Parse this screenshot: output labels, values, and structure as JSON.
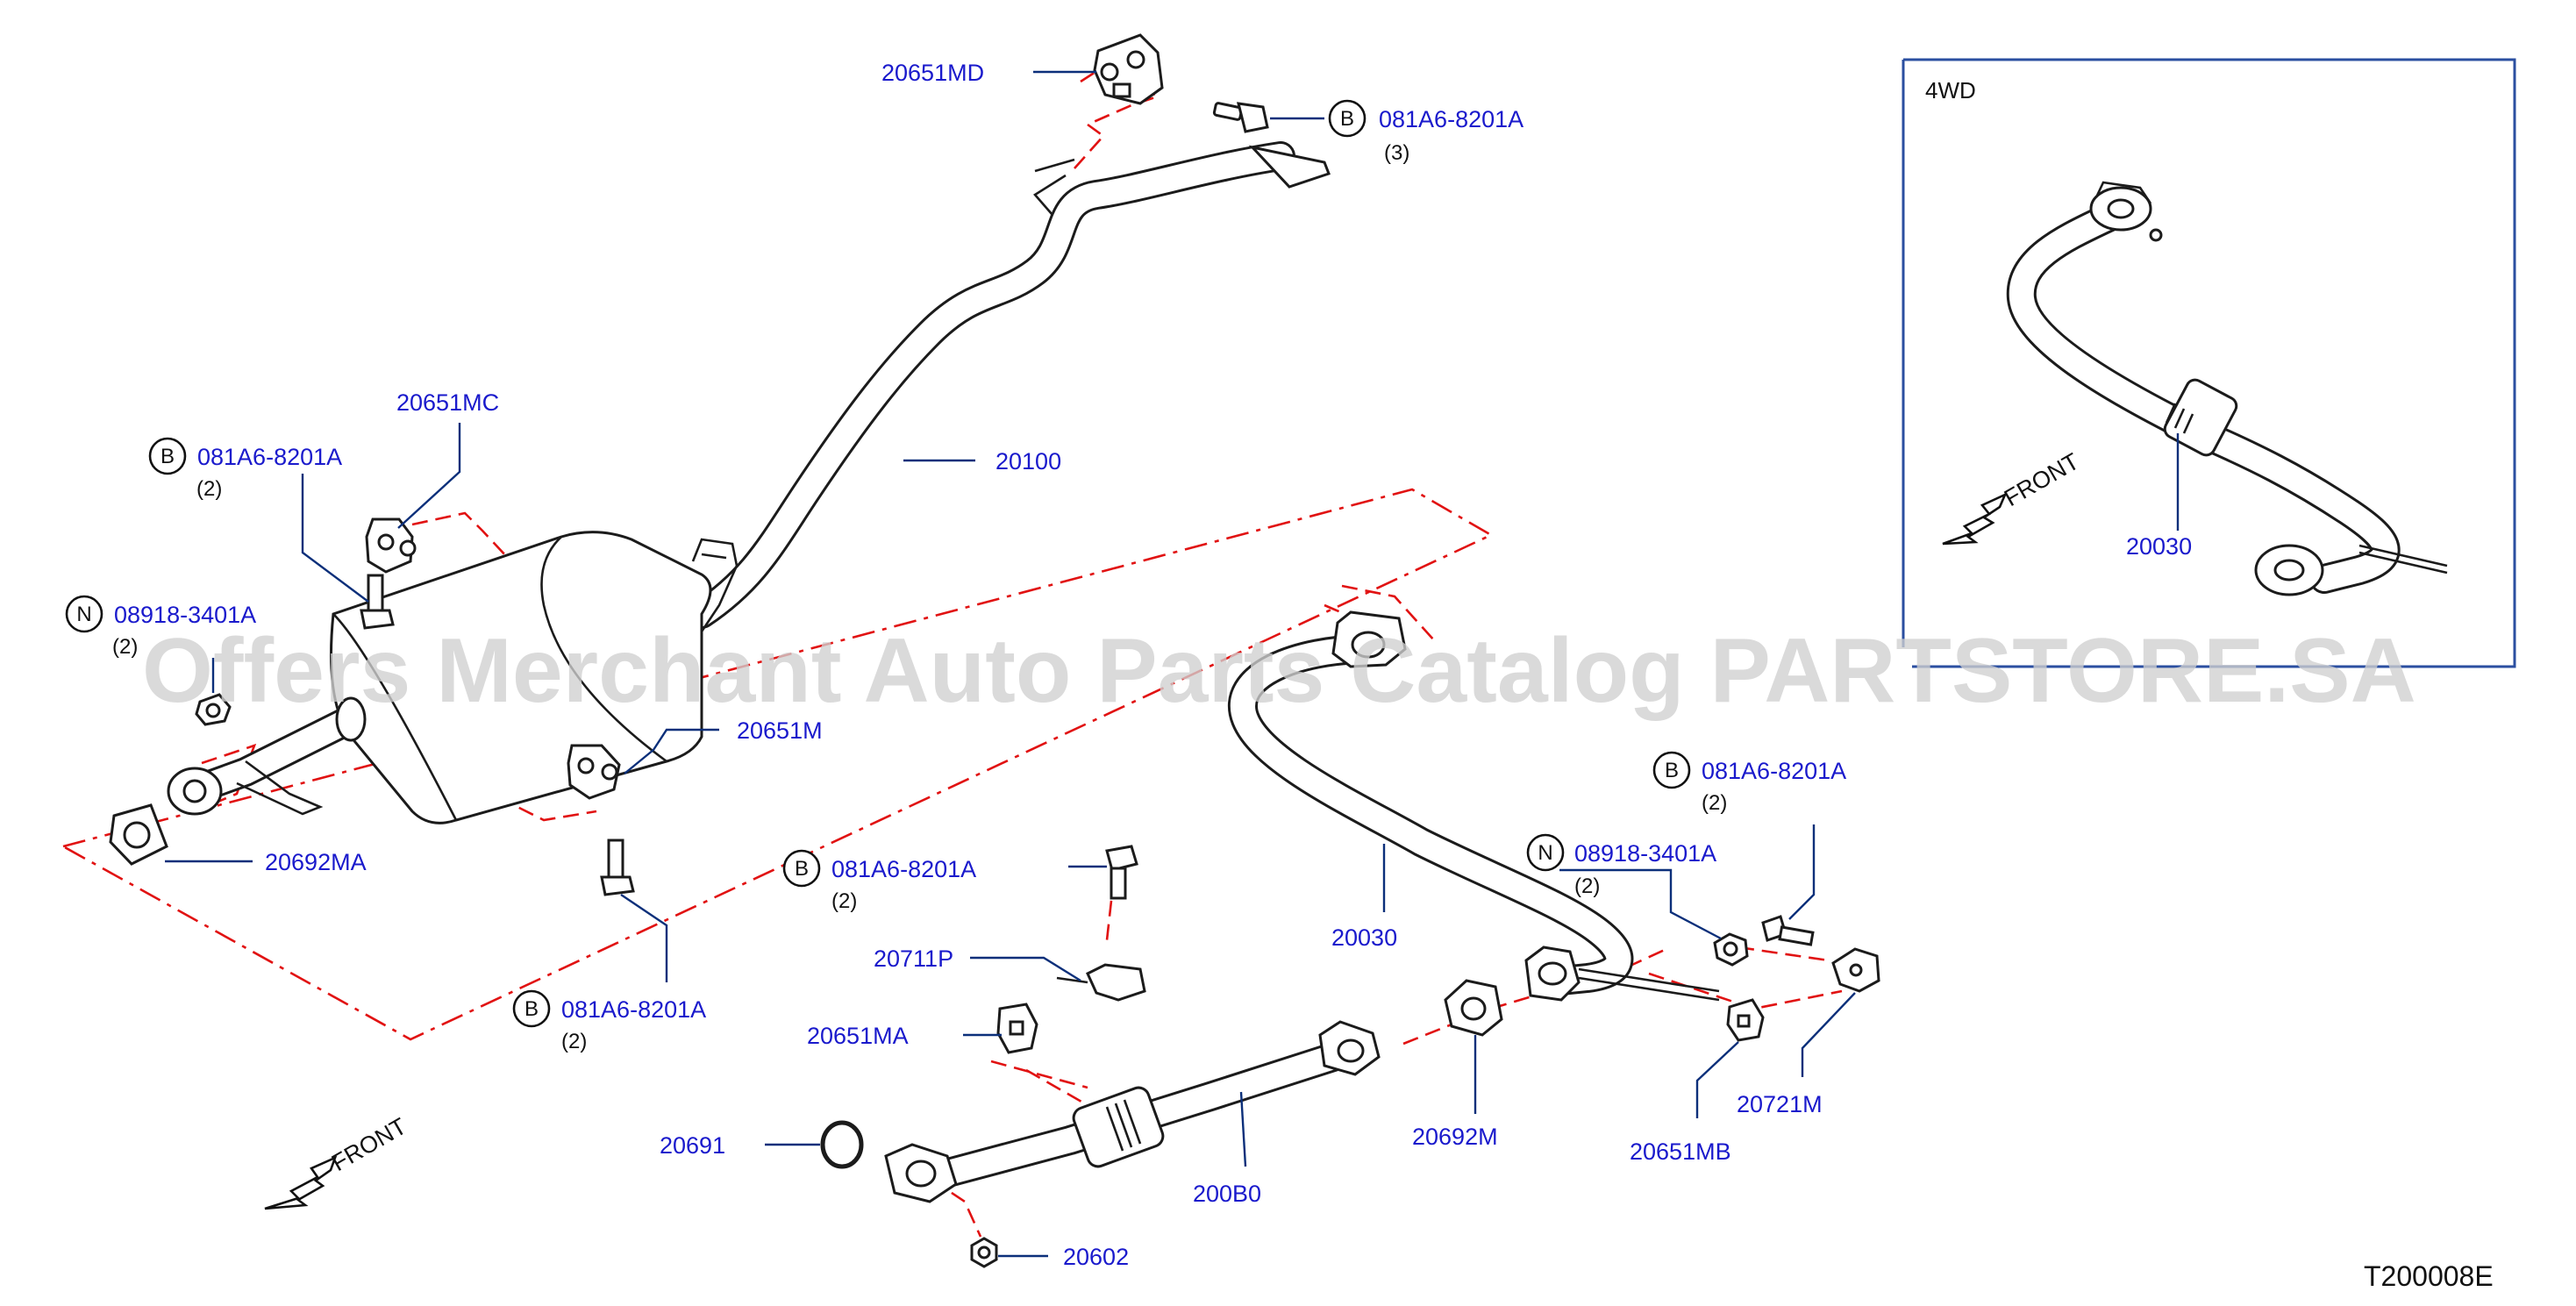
{
  "diagram": {
    "code": "T200008E",
    "watermark": "Offers Merchant Auto Parts Catalog PARTSTORE.SA",
    "inset_label": "4WD",
    "front_label": "FRONT",
    "colors": {
      "part_number": "#1a1acc",
      "leader": "#0b2f7a",
      "dashed": "#e11212",
      "inset_border": "#2b4fa0"
    }
  },
  "callouts": {
    "c20651MD": {
      "part": "20651MD"
    },
    "c081A6_top": {
      "symbol": "B",
      "part": "081A6-8201A",
      "qty": "(3)"
    },
    "c20651MC": {
      "part": "20651MC"
    },
    "c081A6_left": {
      "symbol": "B",
      "part": "081A6-8201A",
      "qty": "(2)"
    },
    "c20100": {
      "part": "20100"
    },
    "c08918_left": {
      "symbol": "N",
      "part": "08918-3401A",
      "qty": "(2)"
    },
    "c20651M": {
      "part": "20651M"
    },
    "c20692MA": {
      "part": "20692MA"
    },
    "c081A6_mid": {
      "symbol": "B",
      "part": "081A6-8201A",
      "qty": "(2)"
    },
    "c081A6_center": {
      "symbol": "B",
      "part": "081A6-8201A",
      "qty": "(2)"
    },
    "c20711P": {
      "part": "20711P"
    },
    "c20651MA": {
      "part": "20651MA"
    },
    "c20030_main": {
      "part": "20030"
    },
    "c08918_right": {
      "symbol": "N",
      "part": "08918-3401A",
      "qty": "(2)"
    },
    "c081A6_right": {
      "symbol": "B",
      "part": "081A6-8201A",
      "qty": "(2)"
    },
    "c20691": {
      "part": "20691"
    },
    "c200B0": {
      "part": "200B0"
    },
    "c20692M": {
      "part": "20692M"
    },
    "c20651MB": {
      "part": "20651MB"
    },
    "c20721M": {
      "part": "20721M"
    },
    "c20602": {
      "part": "20602"
    },
    "c20030_inset": {
      "part": "20030"
    }
  }
}
